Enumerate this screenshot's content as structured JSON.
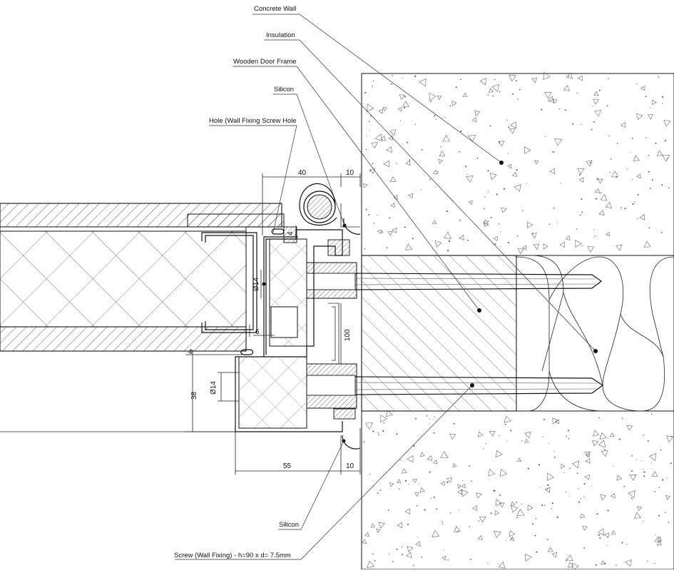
{
  "labels": {
    "concrete_wall": "Concrete Wall",
    "insulation": "Insulation",
    "wooden_door_frame": "Wooden Door Frame",
    "silicon_top": "Silicon",
    "hole": "Hole (Wall Fixing Screw Hole",
    "silicon_bottom": "Silicon",
    "screw": "Screw (Wall Fixing) - h=90 x d= 7.5mm"
  },
  "dimensions": {
    "top_40": "40",
    "top_10": "10",
    "small_4_top": "4",
    "dia_14_top": "Ø14",
    "six": "6",
    "hundred": "100",
    "four_left": "4",
    "thirty_eight": "38",
    "dia_14_bottom": "Ø14",
    "fifty_five": "55",
    "bottom_10": "10"
  },
  "colors": {
    "line": "#111111",
    "hatch": "#333333",
    "background": "#ffffff"
  }
}
